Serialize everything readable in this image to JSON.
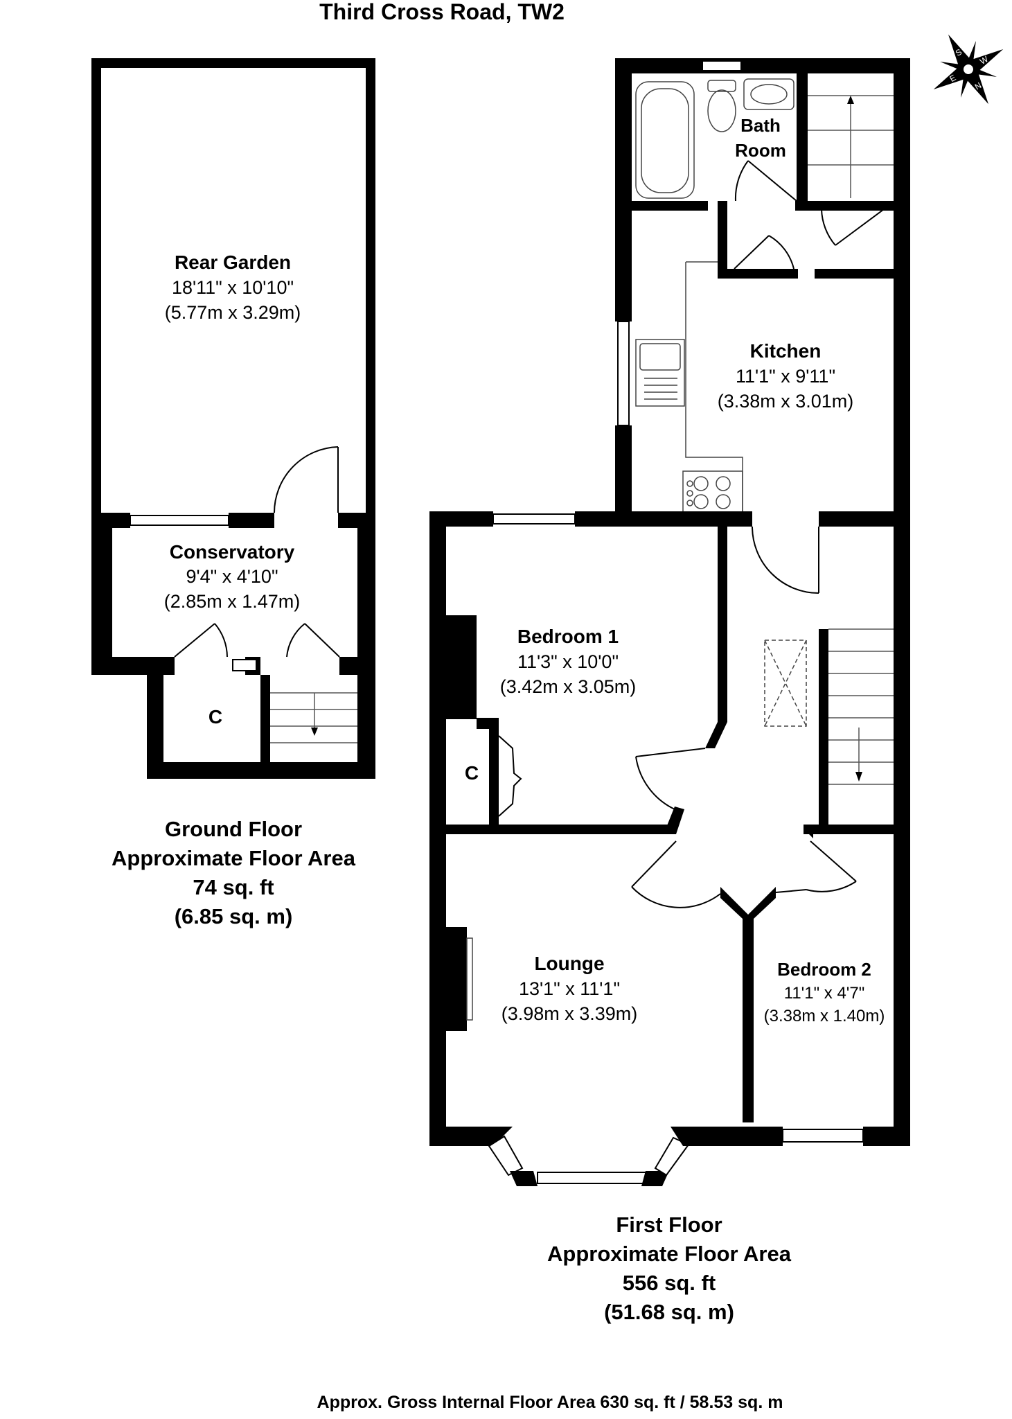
{
  "title": "Third Cross Road, TW2",
  "compass": {
    "icon": "compass-rose-icon",
    "letters": [
      "S",
      "W",
      "E",
      "N"
    ]
  },
  "rooms": {
    "rear_garden": {
      "name": "Rear Garden",
      "dim_imperial": "18'11\" x 10'10\"",
      "dim_metric": "(5.77m x 3.29m)"
    },
    "conservatory": {
      "name": "Conservatory",
      "dim_imperial": "9'4\" x 4'10\"",
      "dim_metric": "(2.85m x 1.47m)"
    },
    "cupboard_ground": {
      "name": "C"
    },
    "bathroom": {
      "name_line1": "Bath",
      "name_line2": "Room"
    },
    "kitchen": {
      "name": "Kitchen",
      "dim_imperial": "11'1\" x 9'11\"",
      "dim_metric": "(3.38m x 3.01m)"
    },
    "bedroom1": {
      "name": "Bedroom 1",
      "dim_imperial": "11'3\" x 10'0\"",
      "dim_metric": "(3.42m x 3.05m)"
    },
    "cupboard_first": {
      "name": "C"
    },
    "lounge": {
      "name": "Lounge",
      "dim_imperial": "13'1\" x 11'1\"",
      "dim_metric": "(3.98m x 3.39m)"
    },
    "bedroom2": {
      "name": "Bedroom 2",
      "dim_imperial": "11'1\" x 4'7\"",
      "dim_metric": "(3.38m x 1.40m)"
    }
  },
  "ground_floor": {
    "label": "Ground Floor",
    "area_label": "Approximate Floor Area",
    "area_sqft": "74 sq. ft",
    "area_sqm": "(6.85 sq. m)"
  },
  "first_floor": {
    "label": "First Floor",
    "area_label": "Approximate Floor Area",
    "area_sqft": "556 sq. ft",
    "area_sqm": "(51.68 sq. m)"
  },
  "footer": "Approx. Gross Internal Floor Area 630 sq. ft / 58.53 sq. m"
}
